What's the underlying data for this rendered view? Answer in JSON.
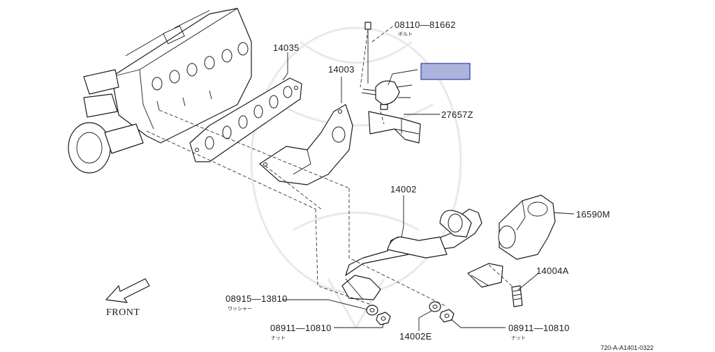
{
  "labels": {
    "p08110": "08110—81662",
    "p08110_sub": "ボルト",
    "p14035": "14035",
    "p14003": "14003",
    "p27657": "27657Z",
    "p14002": "14002",
    "p16590": "16590M",
    "p14004": "14004A",
    "p08915": "08915—13810",
    "p08915_sub": "ワッシャー",
    "p08911a": "08911—10810",
    "p08911a_sub": "ナット",
    "p14002e": "14002E",
    "p08911b": "08911—10810",
    "p08911b_sub": "ナット",
    "front": "FRONT",
    "ref_code": "720-A-A1401-0322"
  },
  "colors": {
    "highlight_fill": "#aab4dc",
    "highlight_stroke": "#2f3f9c",
    "ink": "#1a1a1a"
  }
}
